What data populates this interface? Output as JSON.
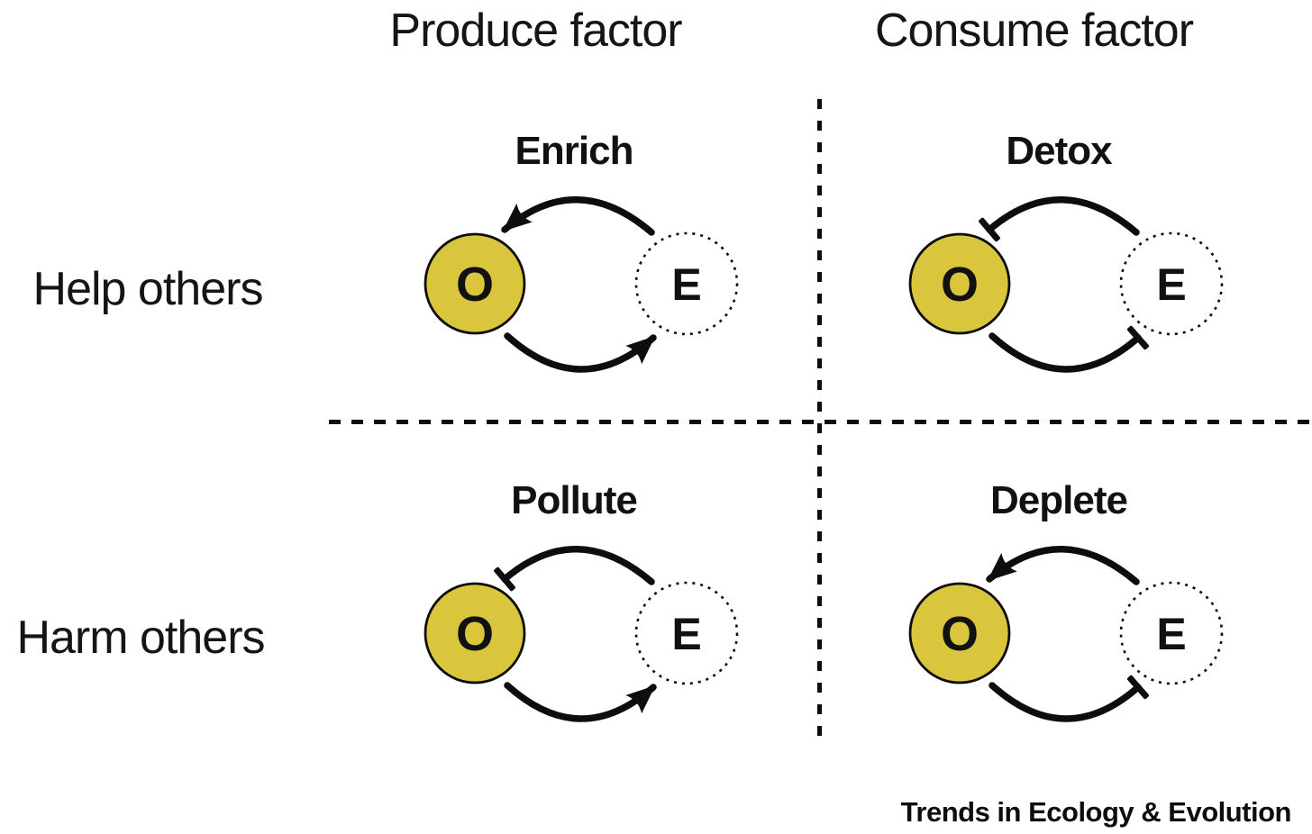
{
  "figure": {
    "column_headers": [
      {
        "label": "Produce factor"
      },
      {
        "label": "Consume factor"
      }
    ],
    "row_labels": [
      {
        "label": "Help others"
      },
      {
        "label": "Harm others"
      }
    ],
    "quadrants": [
      {
        "id": "enrich",
        "title": "Enrich",
        "row": "Help others",
        "column": "Produce factor",
        "organism_label": "O",
        "environment_label": "E",
        "effect_of_environment_on_organism": "promote",
        "effect_of_organism_on_environment": "promote"
      },
      {
        "id": "detox",
        "title": "Detox",
        "row": "Help others",
        "column": "Consume factor",
        "organism_label": "O",
        "environment_label": "E",
        "effect_of_environment_on_organism": "inhibit",
        "effect_of_organism_on_environment": "inhibit"
      },
      {
        "id": "pollute",
        "title": "Pollute",
        "row": "Harm others",
        "column": "Produce factor",
        "organism_label": "O",
        "environment_label": "E",
        "effect_of_environment_on_organism": "inhibit",
        "effect_of_organism_on_environment": "promote"
      },
      {
        "id": "deplete",
        "title": "Deplete",
        "row": "Harm others",
        "column": "Consume factor",
        "organism_label": "O",
        "environment_label": "E",
        "effect_of_environment_on_organism": "promote",
        "effect_of_organism_on_environment": "inhibit"
      }
    ],
    "footer": "Trends in Ecology & Evolution",
    "colors": {
      "organism_fill": "#d9c63c",
      "line": "#0d0d0d",
      "background": "#ffffff"
    }
  }
}
